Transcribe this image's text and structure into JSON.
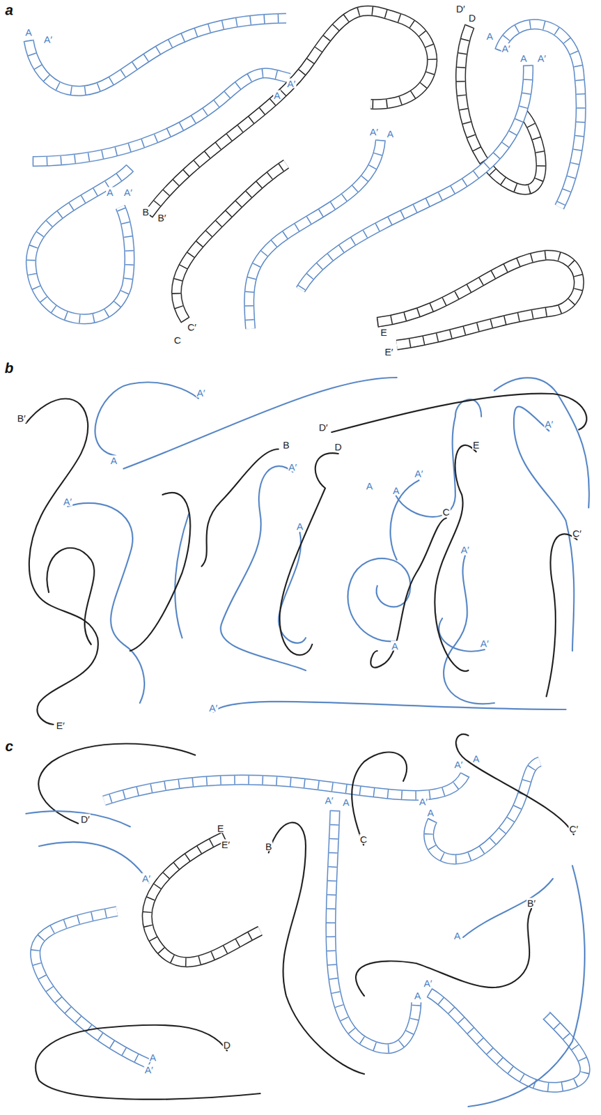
{
  "diagram": {
    "labels": [
      "a",
      "A",
      "A′",
      "D′",
      "D",
      "A",
      "A′",
      "A",
      "A′",
      "A′",
      "A",
      "A",
      "A′",
      "A",
      "A′",
      "B",
      "B′",
      "C′",
      "C",
      "E",
      "E′",
      "b",
      "A′",
      "B′",
      "D′",
      "B",
      "D",
      "E",
      "A′",
      "A",
      "A′",
      "A′",
      "A",
      "A",
      "A′",
      "C",
      "A",
      "C′",
      "A′",
      "A′",
      "A",
      "A′",
      "E′",
      "c",
      "A′",
      "A",
      "D′",
      "A′",
      "A",
      "A′",
      "A",
      "E",
      "E′",
      "C",
      "C′",
      "B",
      "A′",
      "B′",
      "A",
      "A′",
      "A",
      "D",
      "A",
      "A′"
    ]
  }
}
